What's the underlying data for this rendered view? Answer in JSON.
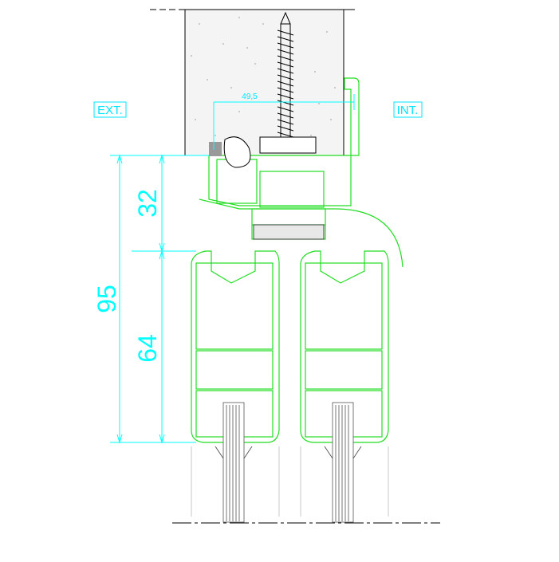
{
  "labels": {
    "ext": "EXT.",
    "int": "INT."
  },
  "dimensions": {
    "width_label": "49,5",
    "total_height": "95",
    "top_height": "32",
    "bottom_height": "64"
  },
  "colors": {
    "profile": "#22dd22",
    "dimension": "#00ffff",
    "concrete_edge": "#000000",
    "glass": "#555555"
  }
}
